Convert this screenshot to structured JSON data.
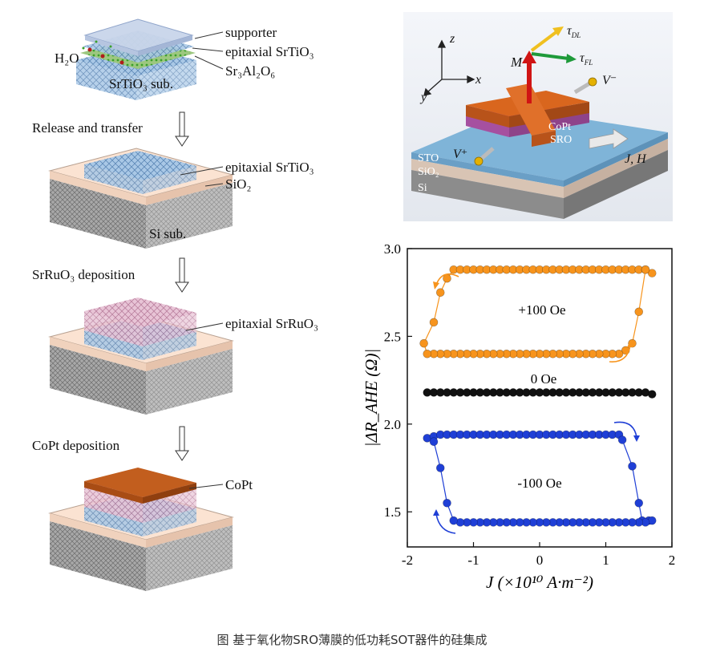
{
  "steps": {
    "s1": {
      "supporter": "supporter",
      "epi_sto": "epitaxial SrTiO₃",
      "sao": "Sr₃Al₂O₆",
      "water": "H₂O",
      "substrate": "SrTiO₃ sub."
    },
    "release_label": "Release and transfer",
    "s2": {
      "epi_sto": "epitaxial SrTiO₃",
      "sio2": "SiO₂",
      "substrate": "Si sub."
    },
    "sro_label": "SrRuO₃ deposition",
    "s3": {
      "epi_sro": "epitaxial SrRuO₃"
    },
    "copt_label": "CoPt deposition",
    "s4": {
      "copt": "CoPt"
    }
  },
  "device": {
    "axis_z": "z",
    "axis_x": "x",
    "axis_y": "y",
    "moment": "M",
    "tau_dl": "τ",
    "tau_dl_sub": "DL",
    "tau_fl": "τ",
    "tau_fl_sub": "FL",
    "v_minus": "V⁻",
    "v_plus": "V⁺",
    "copt": "CoPt",
    "sro": "SRO",
    "sto": "STO",
    "sio2": "SiO₂",
    "si": "Si",
    "jh": "J, H"
  },
  "chart_data": {
    "type": "scatter",
    "xlabel": "J (×10¹⁰ A·m⁻²)",
    "ylabel": "|ΔR_AHE (Ω)|",
    "xlim": [
      -2,
      2
    ],
    "ylim": [
      1.3,
      3.0
    ],
    "xticks": [
      "-2",
      "-1",
      "0",
      "1",
      "2"
    ],
    "yticks": [
      "1.5",
      "2.0",
      "2.5",
      "3.0"
    ],
    "annotations": [
      "+100 Oe",
      "0 Oe",
      "-100 Oe"
    ],
    "series": [
      {
        "color": "#f7941d",
        "x": [
          -1.75,
          -1.6,
          -1.5,
          -1.4,
          -1.3,
          -1.2,
          -1.1,
          -1.0,
          -0.9,
          -0.8,
          -0.7,
          -0.6,
          -0.5,
          -0.4,
          -0.3,
          -0.2,
          -0.1,
          0.0,
          0.1,
          0.2,
          0.3,
          0.4,
          0.5,
          0.6,
          0.7,
          0.8,
          0.9,
          1.0,
          1.1,
          1.2,
          1.3,
          1.4,
          1.5,
          1.6,
          1.7,
          1.6,
          1.5,
          1.4,
          1.3,
          1.2,
          1.1,
          1.0,
          0.9,
          0.8,
          0.7,
          0.6,
          0.5,
          0.4,
          0.3,
          0.2,
          0.1,
          0.0,
          -0.1,
          -0.2,
          -0.3,
          -0.4,
          -0.5,
          -0.6,
          -0.7,
          -0.8,
          -0.9,
          -1.0,
          -1.1,
          -1.2,
          -1.3,
          -1.4,
          -1.5,
          -1.6,
          -1.7
        ],
        "y": [
          2.46,
          2.58,
          2.75,
          2.83,
          2.88,
          2.88,
          2.88,
          2.88,
          2.88,
          2.88,
          2.88,
          2.88,
          2.88,
          2.88,
          2.88,
          2.88,
          2.88,
          2.88,
          2.88,
          2.88,
          2.88,
          2.88,
          2.88,
          2.88,
          2.88,
          2.88,
          2.88,
          2.88,
          2.88,
          2.88,
          2.88,
          2.88,
          2.88,
          2.88,
          2.86,
          2.88,
          2.64,
          2.46,
          2.42,
          2.4,
          2.4,
          2.4,
          2.4,
          2.4,
          2.4,
          2.4,
          2.4,
          2.4,
          2.4,
          2.4,
          2.4,
          2.4,
          2.4,
          2.4,
          2.4,
          2.4,
          2.4,
          2.4,
          2.4,
          2.4,
          2.4,
          2.4,
          2.4,
          2.4,
          2.4,
          2.4,
          2.4,
          2.4,
          2.4
        ]
      },
      {
        "color": "#111111",
        "x": [
          -1.7,
          -1.6,
          -1.5,
          -1.4,
          -1.3,
          -1.2,
          -1.1,
          -1.0,
          -0.9,
          -0.8,
          -0.7,
          -0.6,
          -0.5,
          -0.4,
          -0.3,
          -0.2,
          -0.1,
          0.0,
          0.1,
          0.2,
          0.3,
          0.4,
          0.5,
          0.6,
          0.7,
          0.8,
          0.9,
          1.0,
          1.1,
          1.2,
          1.3,
          1.4,
          1.5,
          1.6,
          1.7
        ],
        "y": [
          2.18,
          2.18,
          2.18,
          2.18,
          2.18,
          2.18,
          2.18,
          2.18,
          2.18,
          2.18,
          2.18,
          2.18,
          2.18,
          2.18,
          2.18,
          2.18,
          2.18,
          2.18,
          2.18,
          2.18,
          2.18,
          2.18,
          2.18,
          2.18,
          2.18,
          2.18,
          2.18,
          2.18,
          2.18,
          2.18,
          2.18,
          2.18,
          2.18,
          2.18,
          2.17
        ]
      },
      {
        "color": "#1f3fd6",
        "x": [
          -1.7,
          -1.6,
          -1.5,
          -1.4,
          -1.3,
          -1.2,
          -1.1,
          -1.0,
          -0.9,
          -0.8,
          -0.7,
          -0.6,
          -0.5,
          -0.4,
          -0.3,
          -0.2,
          -0.1,
          0.0,
          0.1,
          0.2,
          0.3,
          0.4,
          0.5,
          0.6,
          0.7,
          0.8,
          0.9,
          1.0,
          1.1,
          1.2,
          1.25,
          1.4,
          1.5,
          1.55,
          1.65,
          1.7,
          1.6,
          1.5,
          1.4,
          1.3,
          1.2,
          1.1,
          1.0,
          0.9,
          0.8,
          0.7,
          0.6,
          0.5,
          0.4,
          0.3,
          0.2,
          0.1,
          0.0,
          -0.1,
          -0.2,
          -0.3,
          -0.4,
          -0.5,
          -0.6,
          -0.7,
          -0.8,
          -0.9,
          -1.0,
          -1.1,
          -1.2,
          -1.3,
          -1.4,
          -1.5,
          -1.6
        ],
        "y": [
          1.92,
          1.93,
          1.94,
          1.94,
          1.94,
          1.94,
          1.94,
          1.94,
          1.94,
          1.94,
          1.94,
          1.94,
          1.94,
          1.94,
          1.94,
          1.94,
          1.94,
          1.94,
          1.94,
          1.94,
          1.94,
          1.94,
          1.94,
          1.94,
          1.94,
          1.94,
          1.94,
          1.94,
          1.94,
          1.94,
          1.91,
          1.76,
          1.55,
          1.45,
          1.45,
          1.45,
          1.44,
          1.44,
          1.44,
          1.44,
          1.44,
          1.44,
          1.44,
          1.44,
          1.44,
          1.44,
          1.44,
          1.44,
          1.44,
          1.44,
          1.44,
          1.44,
          1.44,
          1.44,
          1.44,
          1.44,
          1.44,
          1.44,
          1.44,
          1.44,
          1.44,
          1.44,
          1.44,
          1.44,
          1.44,
          1.45,
          1.55,
          1.75,
          1.9
        ]
      }
    ]
  },
  "caption": "图 基于氧化物SRO薄膜的低功耗SOT器件的硅集成"
}
